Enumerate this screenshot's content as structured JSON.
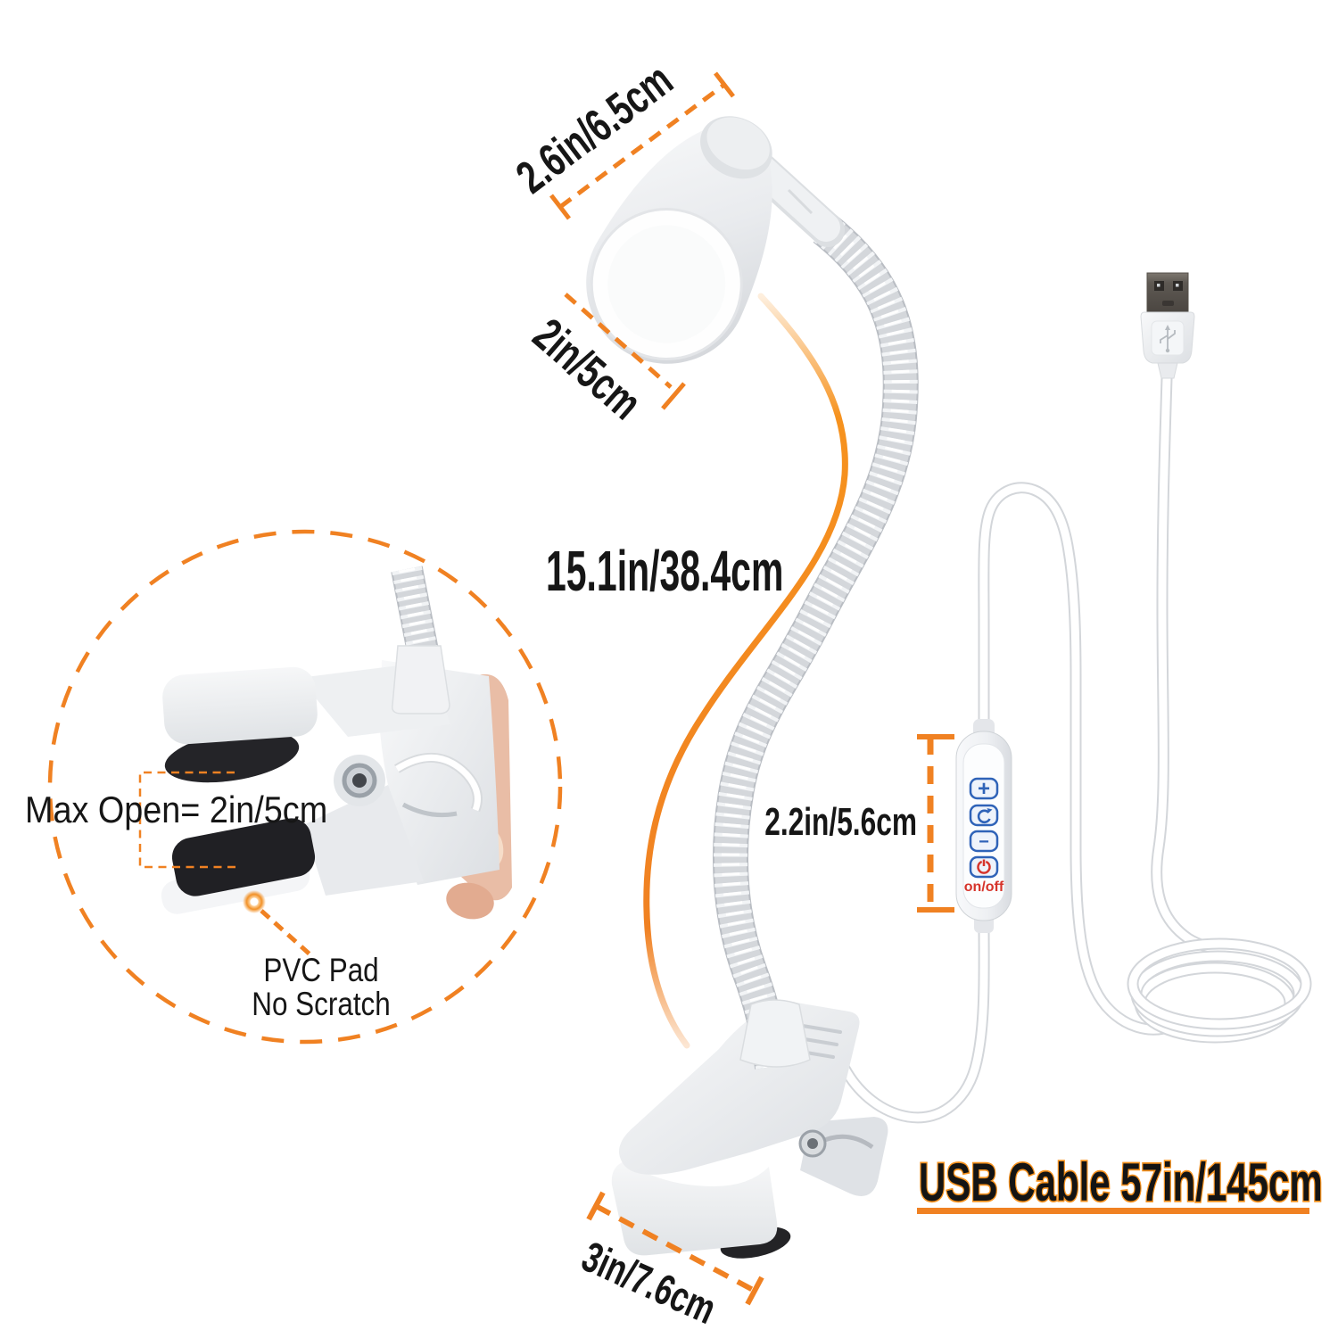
{
  "product": "clip-on gooseneck LED desk lamp with annotated dimensions",
  "labels": {
    "shade_top": "2.6in/6.5cm",
    "shade_face": "2in/5cm",
    "gooseneck": "15.1in/38.4cm",
    "max_open": "Max Open= 2in/5cm",
    "pvc_line1": "PVC Pad",
    "pvc_line2": "No Scratch",
    "controller": "2.2in/5.6cm",
    "clip": "3in/7.6cm",
    "usb": "USB Cable 57in/145cm"
  },
  "controller": {
    "plus": "+",
    "minus": "−",
    "on_off": "on/off"
  },
  "colors": {
    "accent_orange": "#EF8122",
    "button_blue": "#2F63B8",
    "power_red": "#D6342B",
    "text_black": "#161616"
  }
}
